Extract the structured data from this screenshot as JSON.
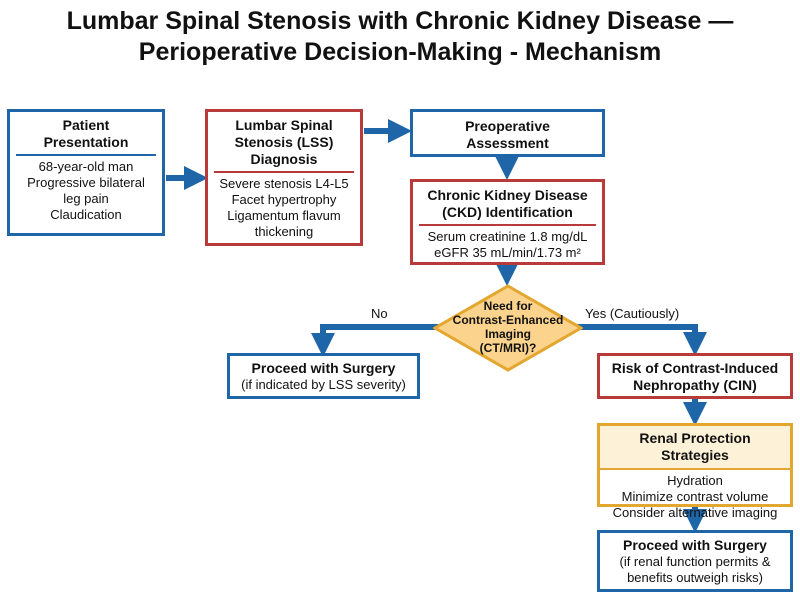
{
  "title": {
    "line1": "Lumbar Spinal Stenosis with Chronic Kidney Disease —",
    "line2": "Perioperative Decision-Making - Mechanism"
  },
  "colors": {
    "blue": "#1f66a8",
    "red": "#b83a3a",
    "gold": "#e3a72f",
    "diamond_fill": "#fbd38d"
  },
  "patient": {
    "title_lines": [
      "Patient",
      "Presentation"
    ],
    "lines": [
      "68-year-old man",
      "Progressive bilateral",
      "leg pain",
      "Claudication"
    ]
  },
  "lss": {
    "title_lines": [
      "Lumbar Spinal",
      "Stenosis (LSS)",
      "Diagnosis"
    ],
    "lines": [
      "Severe stenosis L4-L5",
      "Facet hypertrophy",
      "Ligamentum flavum",
      "thickening"
    ]
  },
  "preop": {
    "title_lines": [
      "Preoperative",
      "Assessment"
    ]
  },
  "ckd": {
    "title_lines": [
      "Chronic Kidney Disease",
      "(CKD) Identification"
    ],
    "lines": [
      "Serum creatinine 1.8 mg/dL",
      "eGFR 35 mL/min/1.73 m²"
    ]
  },
  "decision": {
    "lines": [
      "Need for",
      "Contrast-Enhanced",
      "Imaging",
      "(CT/MRI)?"
    ],
    "no_label": "No",
    "yes_label": "Yes (Cautiously)"
  },
  "proceed_left": {
    "title": "Proceed with Surgery",
    "line": "(if indicated by LSS severity)"
  },
  "cin": {
    "title_lines": [
      "Risk of Contrast-Induced",
      "Nephropathy (CIN)"
    ]
  },
  "renal": {
    "title": "Renal Protection Strategies",
    "lines": [
      "Hydration",
      "Minimize contrast volume",
      "Consider alternative imaging"
    ]
  },
  "proceed_right": {
    "title": "Proceed with Surgery",
    "lines": [
      "(if renal function permits &",
      "benefits outweigh risks)"
    ]
  }
}
